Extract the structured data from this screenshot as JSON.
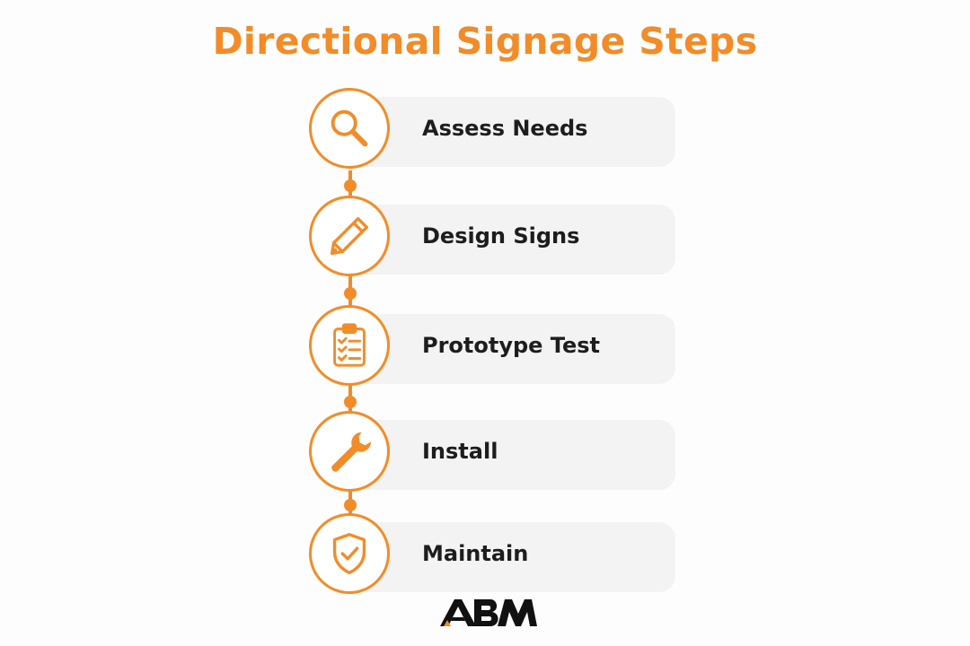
{
  "title": "Directional Signage Steps",
  "accent_color": "#F28C28",
  "steps": [
    {
      "label": "Assess Needs",
      "icon": "magnifier-icon"
    },
    {
      "label": "Design Signs",
      "icon": "pencil-icon"
    },
    {
      "label": "Prototype Test",
      "icon": "clipboard-checklist-icon"
    },
    {
      "label": "Install",
      "icon": "wrench-icon"
    },
    {
      "label": "Maintain",
      "icon": "shield-check-icon"
    }
  ],
  "logo": {
    "text": "ABM"
  }
}
